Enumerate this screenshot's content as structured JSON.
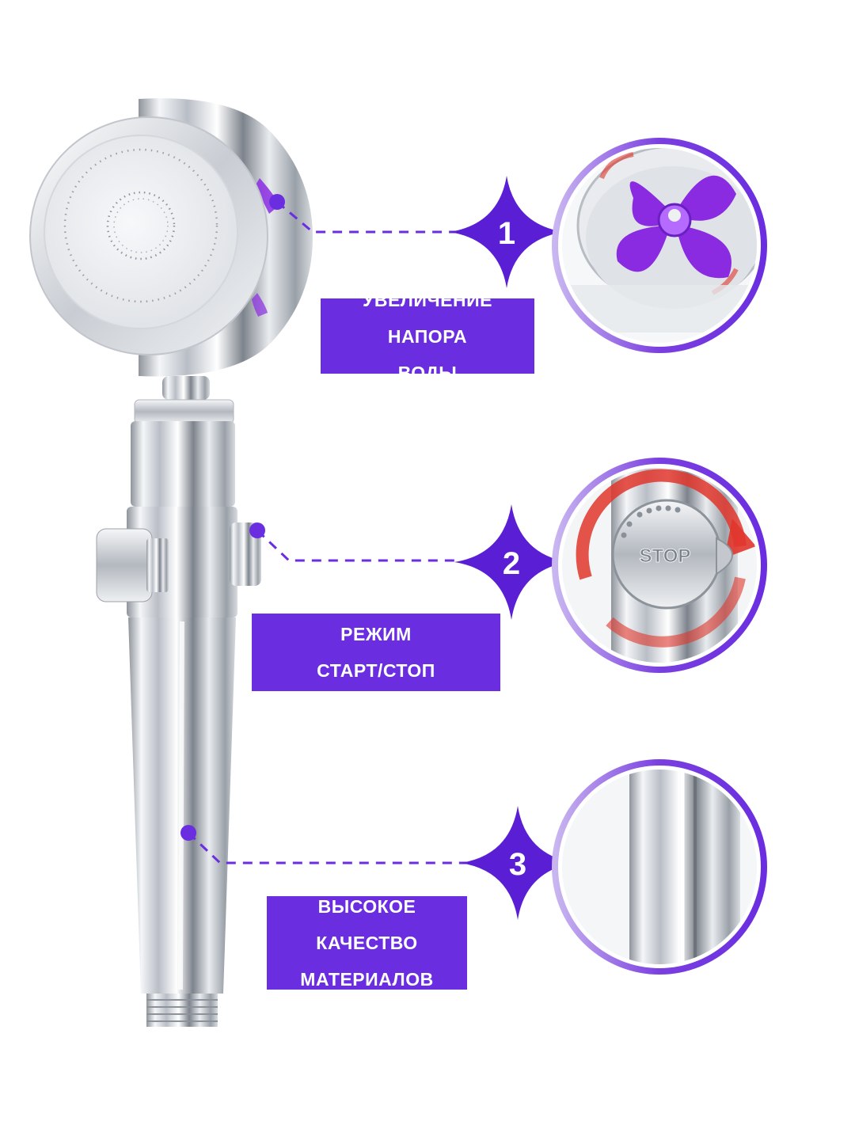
{
  "features": [
    {
      "number": "1",
      "line1": "УВЕЛИЧЕНИЕ НАПОРА",
      "line2": "ВОДЫ"
    },
    {
      "number": "2",
      "line1": "РЕЖИМ",
      "line2": "СТАРТ/СТОП"
    },
    {
      "number": "3",
      "line1": "ВЫСОКОЕ КАЧЕСТВО",
      "line2": "МАТЕРИАЛОВ"
    }
  ],
  "button_text": "STOP",
  "colors": {
    "accent": "#6a2ee0",
    "fan": "#8a2be2",
    "arrow": "#e0362c"
  }
}
